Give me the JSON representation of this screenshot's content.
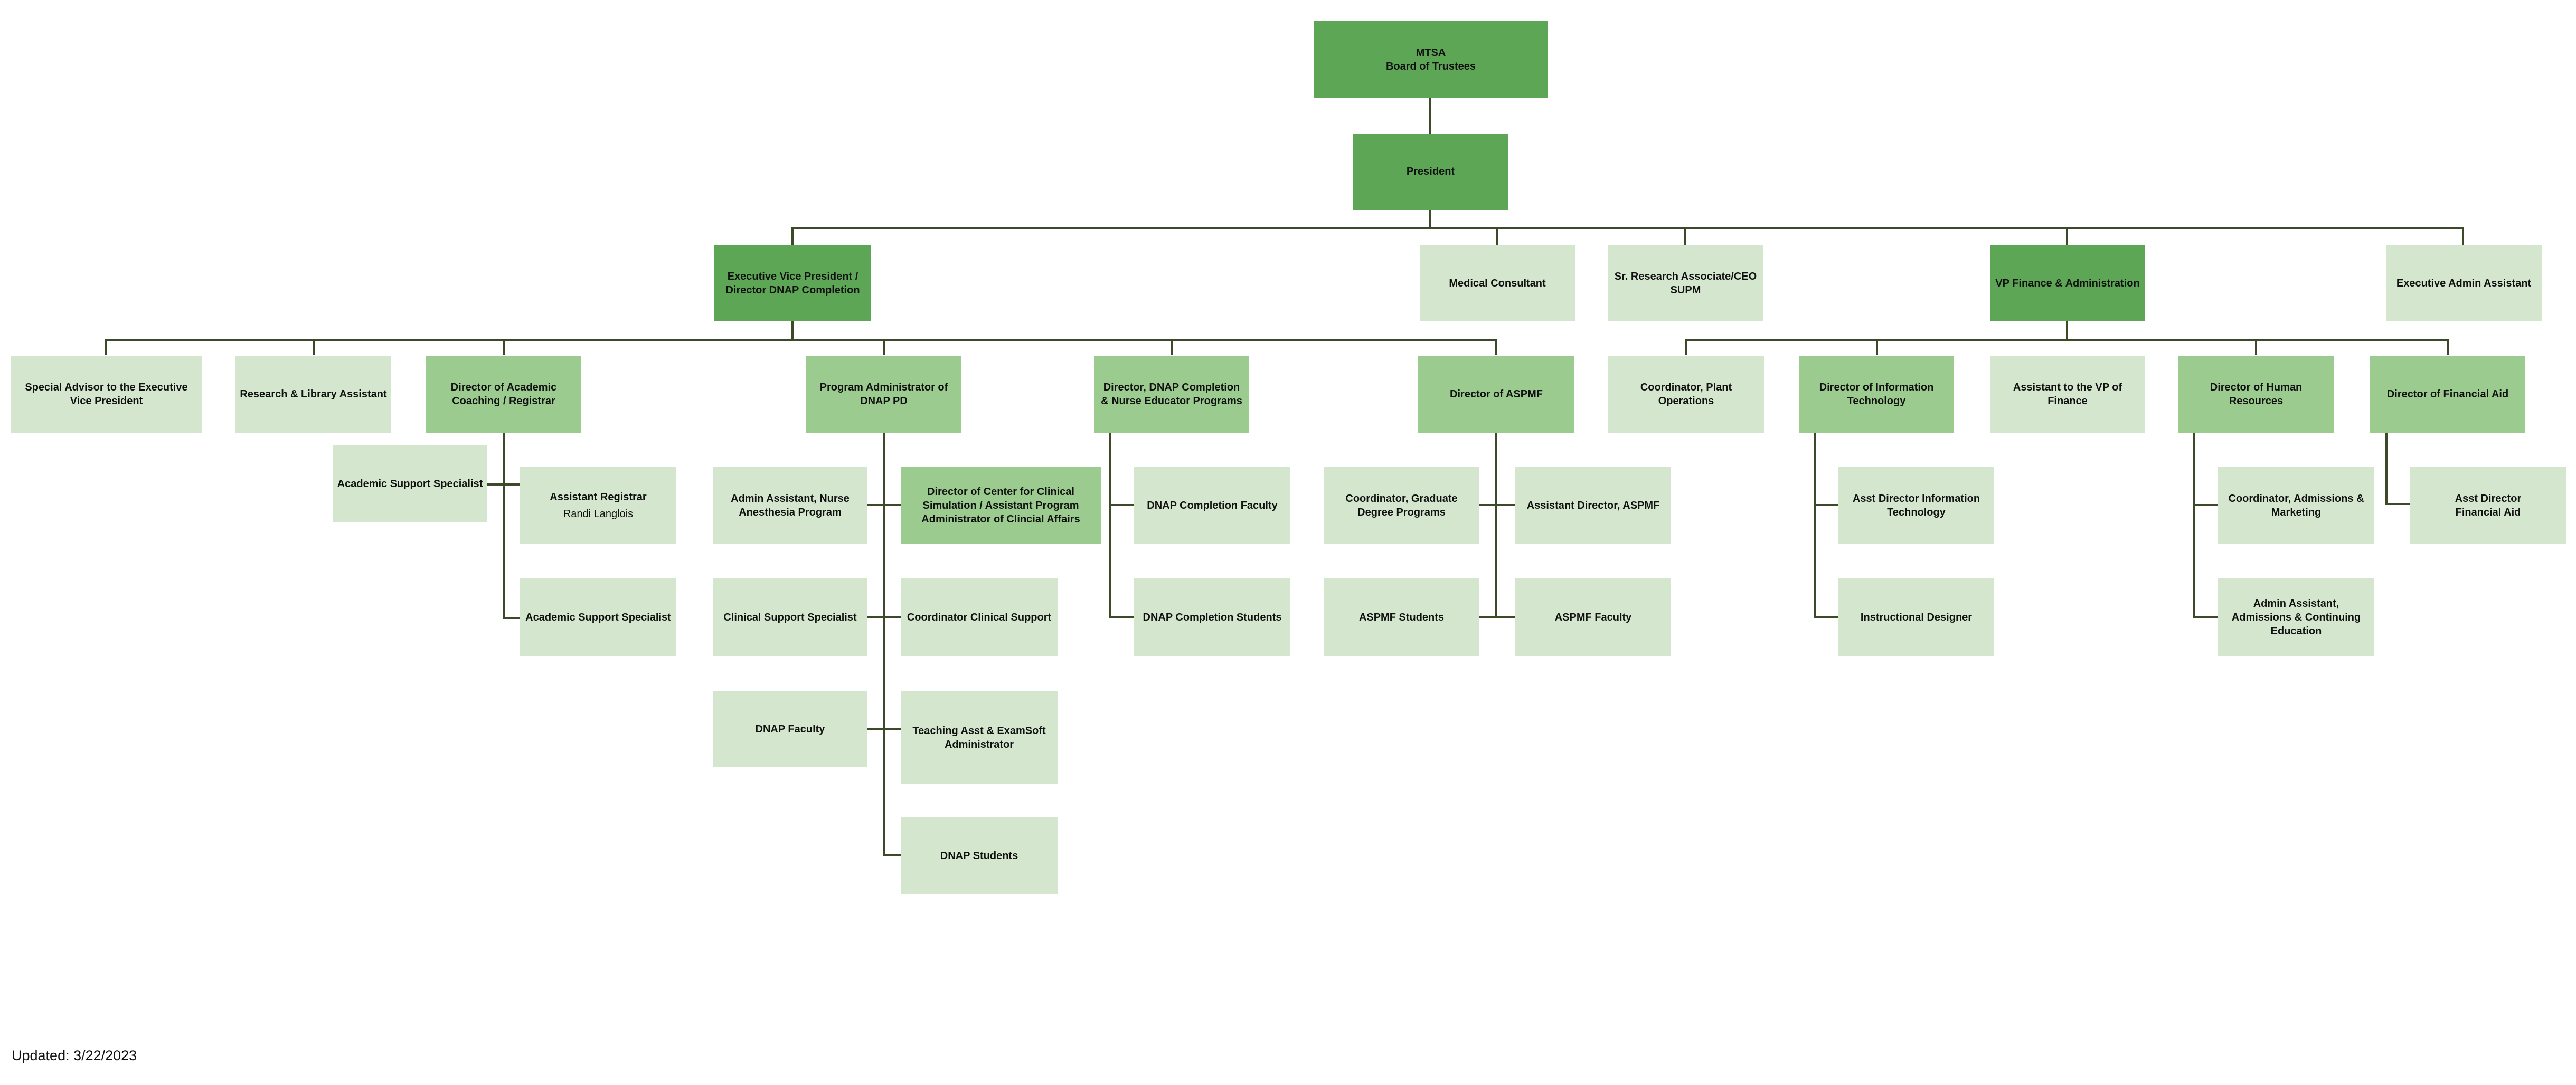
{
  "nodes": {
    "board": {
      "line1": "MTSA",
      "line2": "Board of Trustees"
    },
    "president": "President",
    "evp": "Executive Vice President / Director DNAP Completion",
    "medical": "Medical Consultant",
    "research_assoc": "Sr. Research Associate/CEO SUPM",
    "vp_finance": "VP Finance & Administration",
    "exec_admin": "Executive Admin Assistant",
    "special_advisor": "Special Advisor to the Executive Vice President",
    "research_library": "Research & Library Assistant",
    "dir_academic": "Director of Academic Coaching / Registrar",
    "academic_support_left": "Academic Support Specialist",
    "asst_registrar": {
      "title": "Assistant Registrar",
      "name": "Randi Langlois"
    },
    "academic_support_right": "Academic Support Specialist",
    "program_admin": "Program Administrator of DNAP PD",
    "admin_asst_nurse": "Admin Assistant, Nurse Anesthesia Program",
    "clinical_support": "Clinical Support Specialist",
    "dnap_faculty": "DNAP Faculty",
    "dir_center": "Director of Center for Clinical Simulation / Assistant Program Administrator of Clincial Affairs",
    "coord_clinical": "Coordinator Clinical Support",
    "teaching_asst": "Teaching Asst & ExamSoft Administrator",
    "dnap_students": "DNAP Students",
    "dir_dnap_completion": "Director, DNAP Completion & Nurse Educator Programs",
    "dnap_completion_faculty": "DNAP Completion Faculty",
    "dnap_completion_students": "DNAP Completion Students",
    "dir_aspmf": "Director of ASPMF",
    "coord_grad": "Coordinator, Graduate Degree Programs",
    "aspmf_students": "ASPMF Students",
    "asst_dir_aspmf": "Assistant Director, ASPMF",
    "aspmf_faculty": "ASPMF Faculty",
    "coord_plant": "Coordinator, Plant Operations",
    "dir_it": "Director of Information Technology",
    "asst_dir_it": "Asst Director Information Technology",
    "instructional": "Instructional Designer",
    "asst_vp_finance": "Assistant to the VP of Finance",
    "dir_hr": "Director of Human Resources",
    "coord_admissions": "Coordinator, Admissions & Marketing",
    "admin_admissions": "Admin Assistant, Admissions & Continuing Education",
    "dir_fin_aid": "Director of Financial Aid",
    "asst_dir_fin_aid": {
      "line1": "Asst Director",
      "line2": "Financial Aid"
    }
  },
  "footer": "Updated: 3/22/2023",
  "colors": {
    "dark": "#5da656",
    "mid": "#9ccb8f",
    "light": "#d4e6cd",
    "connector": "#3d4a2a"
  }
}
